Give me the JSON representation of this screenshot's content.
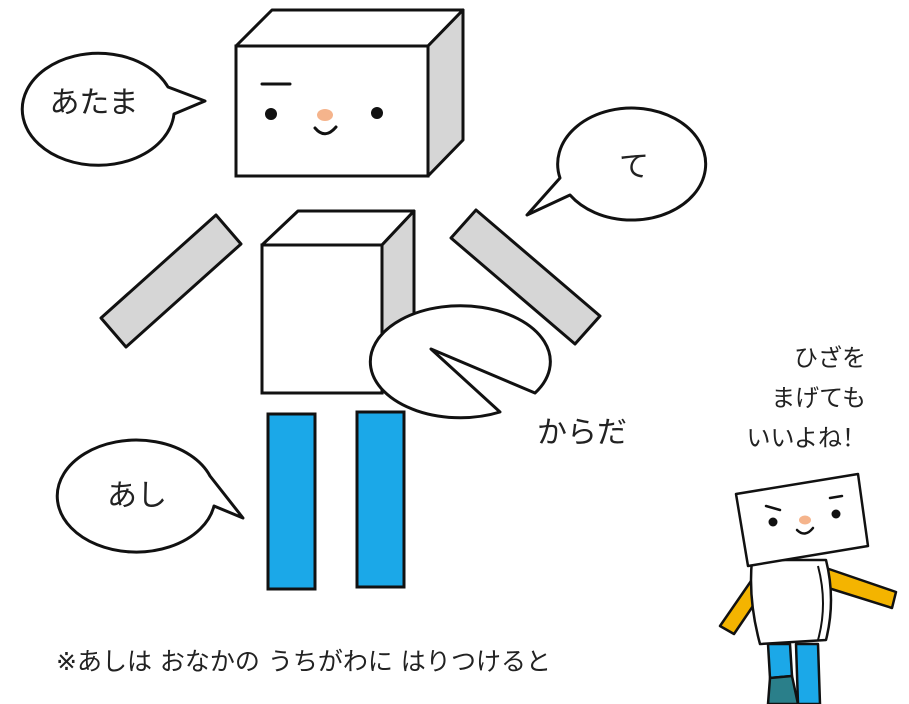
{
  "labels": {
    "head": "あたま",
    "hand": "て",
    "body": "からだ",
    "legs": "あし"
  },
  "side_note": {
    "line1": "ひざを",
    "line2": "まげても",
    "line3": "いいよね！"
  },
  "footer_note": "※あしは おなかの うちがわに はりつけると",
  "colors": {
    "outline": "#111111",
    "box_front": "#ffffff",
    "box_side": "#d6d6d6",
    "arm": "#d6d6d6",
    "leg": "#1ba8e8",
    "cheek": "#f5b48c",
    "mascot_arm": "#f4b400",
    "mascot_leg": "#1ba8e8",
    "mascot_leg_dark": "#2a7f8a"
  }
}
